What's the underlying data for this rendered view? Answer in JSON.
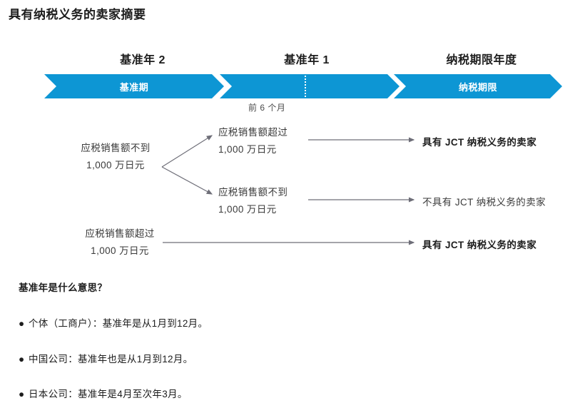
{
  "page": {
    "title": "具有纳税义务的卖家摘要"
  },
  "timeline": {
    "periods": [
      {
        "label": "基准年 2",
        "band_label": "基准期"
      },
      {
        "label": "基准年 1",
        "band_label": ""
      },
      {
        "label": "纳税期限年度",
        "band_label": "纳税期限"
      }
    ],
    "divider_note": "前 6 个月",
    "accent_color": "#0d96d4",
    "band_text_color": "#ffffff"
  },
  "flow": {
    "source_a": {
      "line1": "应税销售额不到",
      "line2": "1,000 万日元"
    },
    "branch_a": {
      "line1": "应税销售额超过",
      "line2": "1,000 万日元"
    },
    "branch_b": {
      "line1": "应税销售额不到",
      "line2": "1,000 万日元"
    },
    "source_b": {
      "line1": "应税销售额超过",
      "line2": "1,000 万日元"
    },
    "outcomes": [
      {
        "text": "具有 JCT 纳税义务的卖家",
        "emphasis": "bold"
      },
      {
        "text": "不具有 JCT 纳税义务的卖家",
        "emphasis": "normal"
      },
      {
        "text": "具有 JCT 纳税义务的卖家",
        "emphasis": "bold"
      }
    ],
    "connector_color": "#6e6e78"
  },
  "faq": {
    "heading": "基准年是什么意思？",
    "bullet_glyph": "●",
    "items": [
      "个体（工商户）：基准年是从1月到12月。",
      "中国公司：基准年也是从1月到12月。",
      "日本公司：基准年是4月至次年3月。"
    ]
  }
}
